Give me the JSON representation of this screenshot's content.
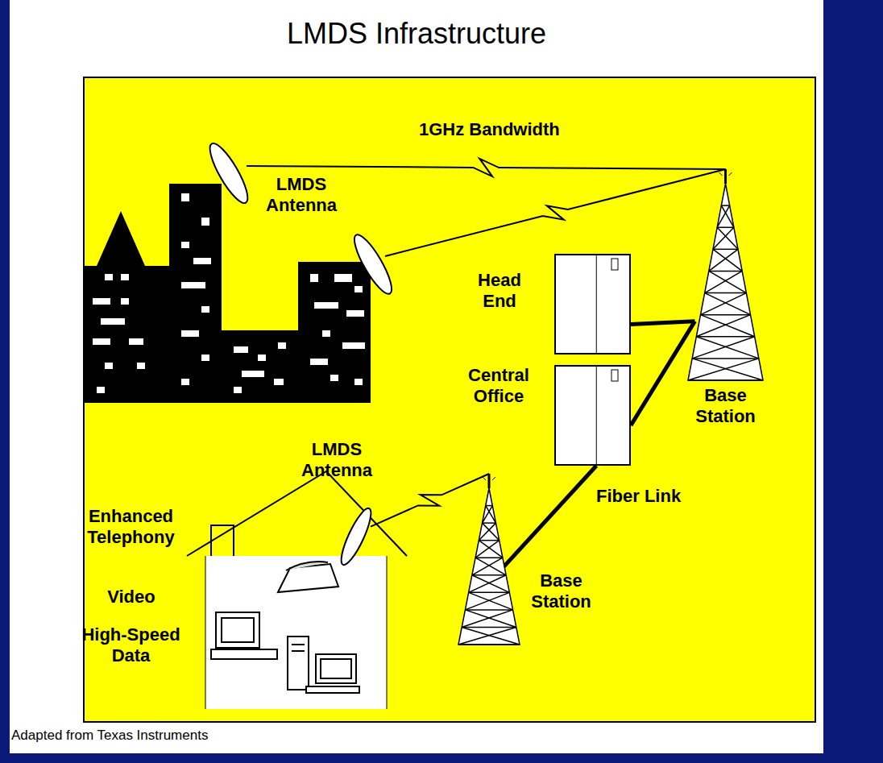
{
  "diagram": {
    "title": "LMDS Infrastructure",
    "caption": "Adapted from Texas Instruments",
    "nodes": [
      {
        "text": [
          "Head End"
        ]
      },
      {
        "text": [
          "Central Office"
        ]
      },
      {
        "text": [
          "Base Station"
        ]
      },
      {
        "text": [
          "Base Station"
        ]
      },
      {
        "text": [
          "LMDS Antenna"
        ]
      },
      {
        "text": [
          "LMDS Antenna"
        ]
      }
    ],
    "edges": [
      {
        "from": 4,
        "to": 2,
        "arrow": "none",
        "label": "1GHz Bandwidth"
      },
      {
        "from": 0,
        "to": 2,
        "arrow": "none"
      },
      {
        "from": 1,
        "to": 2,
        "arrow": "none"
      },
      {
        "from": 1,
        "to": 3,
        "arrow": "none",
        "label": "Fiber Link"
      },
      {
        "from": 5,
        "to": 3,
        "arrow": "none"
      }
    ],
    "labels": [
      "Enhanced Telephony",
      "Video",
      "High-Speed Data"
    ]
  }
}
